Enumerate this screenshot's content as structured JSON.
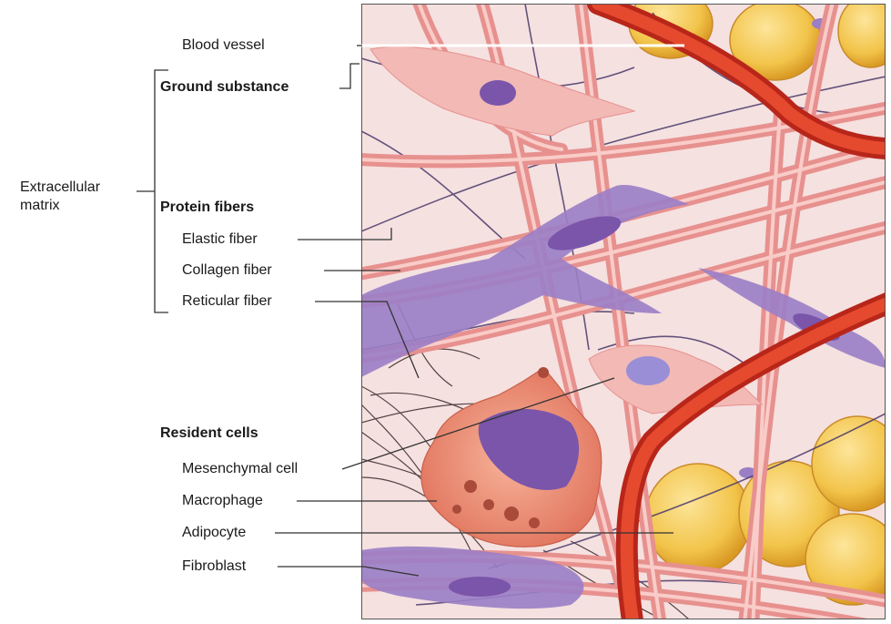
{
  "labels": {
    "blood_vessel": "Blood vessel",
    "ground_substance": "Ground substance",
    "extracellular_matrix": "Extracellular\nmatrix",
    "protein_fibers": "Protein fibers",
    "elastic_fiber": "Elastic fiber",
    "collagen_fiber": "Collagen fiber",
    "reticular_fiber": "Reticular fiber",
    "resident_cells": "Resident cells",
    "mesenchymal_cell": "Mesenchymal cell",
    "macrophage": "Macrophage",
    "adipocyte": "Adipocyte",
    "fibroblast": "Fibroblast"
  },
  "colors": {
    "background": "#f6e6e4",
    "collagen": "#ef9d9b",
    "collagen_highlight": "#fbd3cf",
    "elastic": "#4a3a6a",
    "reticular": "#3a2a2a",
    "fibroblast": "#9a7ec6",
    "nucleus": "#7a55aa",
    "blood_vessel": "#d8341f",
    "adipocyte": "#f2c44a",
    "macrophage": "#ea8a72",
    "mesenchymal": "#f2b9b5",
    "leader_line": "#333333"
  }
}
